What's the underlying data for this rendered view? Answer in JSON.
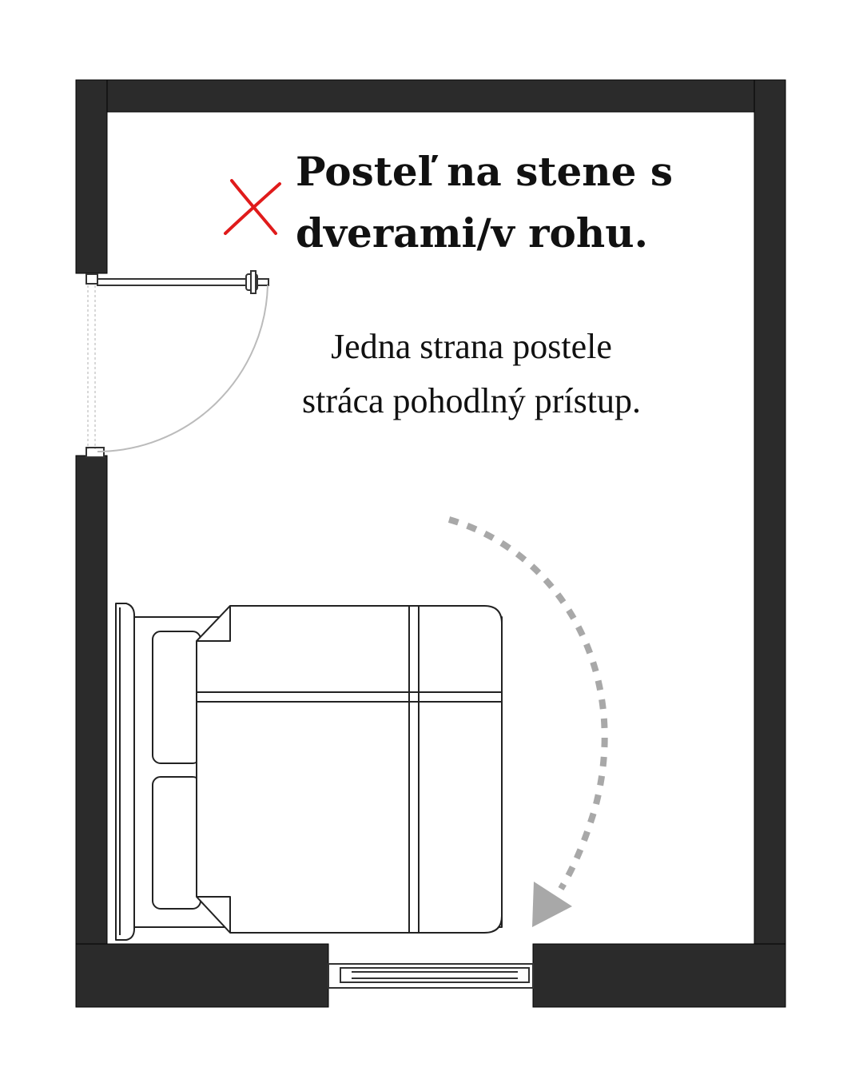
{
  "title": {
    "line1": "Posteľ na stene s",
    "line2": "dverami/v rohu."
  },
  "description": {
    "line1": "Jedna strana postele",
    "line2": "stráca pohodlný prístup."
  },
  "marker": {
    "icon": "cross-mark-icon",
    "meaning": "wrong"
  },
  "colors": {
    "wall": "#2b2b2b",
    "cross": "#e01b1b",
    "arrow": "#a8a8a8",
    "furniture_line": "#222222"
  }
}
